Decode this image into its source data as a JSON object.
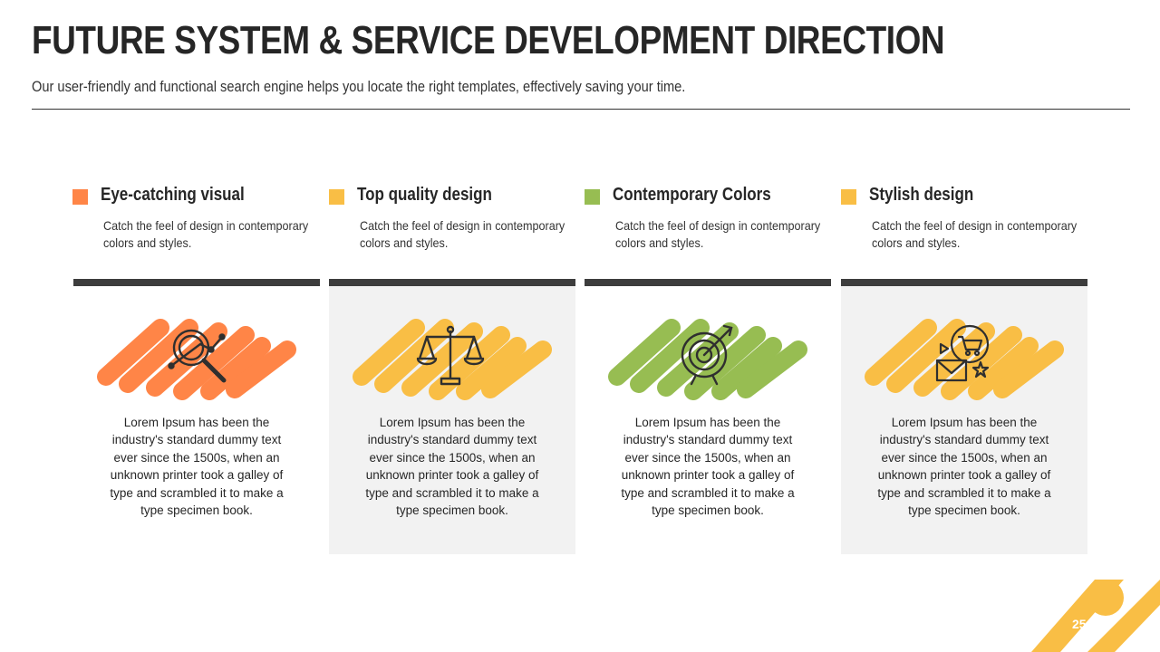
{
  "slide": {
    "title": "FUTURE SYSTEM & SERVICE DEVELOPMENT DIRECTION",
    "subtitle": "Our user-friendly and functional search engine helps you locate the right templates, effectively saving your time.",
    "page_number": "25"
  },
  "features": [
    {
      "title": "Eye-catching visual",
      "description": "Catch the feel of design in contemporary colors and styles.",
      "color": "#ff8547"
    },
    {
      "title": "Top quality design",
      "description": "Catch the feel of design in contemporary colors and styles.",
      "color": "#f9be45"
    },
    {
      "title": "Contemporary Colors",
      "description": "Catch the feel of design in contemporary colors and styles.",
      "color": "#97bd52"
    },
    {
      "title": "Stylish design",
      "description": "Catch the feel of design in contemporary colors and styles.",
      "color": "#f9be45"
    }
  ],
  "cards": [
    {
      "icon": "magnifier-network-icon",
      "text": "Lorem Ipsum has been the industry's standard dummy text ever since the 1500s, when an unknown printer took a galley of type and scrambled it to make a type specimen book."
    },
    {
      "icon": "balance-scale-icon",
      "text": "Lorem Ipsum has been the industry's standard dummy text ever since the 1500s, when an unknown printer took a galley of type and scrambled it to make a type specimen book."
    },
    {
      "icon": "target-arrow-icon",
      "text": "Lorem Ipsum has been the industry's standard dummy text ever since the 1500s, when an unknown printer took a galley of type and scrambled it to make a type specimen book."
    },
    {
      "icon": "shopping-marketing-icon",
      "text": "Lorem Ipsum has been the industry's standard dummy text ever since the 1500s, when an unknown printer took a galley of type and scrambled it to make a type specimen book."
    }
  ],
  "colors": {
    "dark": "#262626",
    "bar": "#3d3d3d",
    "card_gray": "#f2f2f2",
    "accent": "#f9be45"
  }
}
